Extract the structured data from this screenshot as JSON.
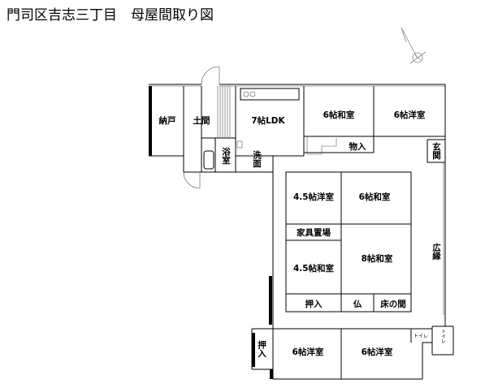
{
  "title": "門司区吉志三丁目　母屋間取り図",
  "compass": "north-arrow-icon",
  "rooms": {
    "nando": "納戸",
    "doma": "土間",
    "ldk": "7帖LDK",
    "washitsu_top": "6帖和室",
    "yoshitsu_top": "6帖洋室",
    "monoire": "物入",
    "genkan": "玄関",
    "yokushitsu": "浴室",
    "senmen": "洗面",
    "yoshitsu_45": "4.5帖洋室",
    "washitsu_6": "6帖和室",
    "kagu": "家具置場",
    "washitsu_45": "4.5帖和室",
    "washitsu_8": "8帖和室",
    "hiroen": "広縁",
    "oshiire_mid": "押入",
    "butsu": "仏",
    "tokonoma": "床の間",
    "oshiire_left": "押入",
    "yoshitsu_bl": "6帖洋室",
    "yoshitsu_br": "6帖洋室",
    "toilet_1": "トイレ",
    "toilet_2": "トイレ"
  }
}
